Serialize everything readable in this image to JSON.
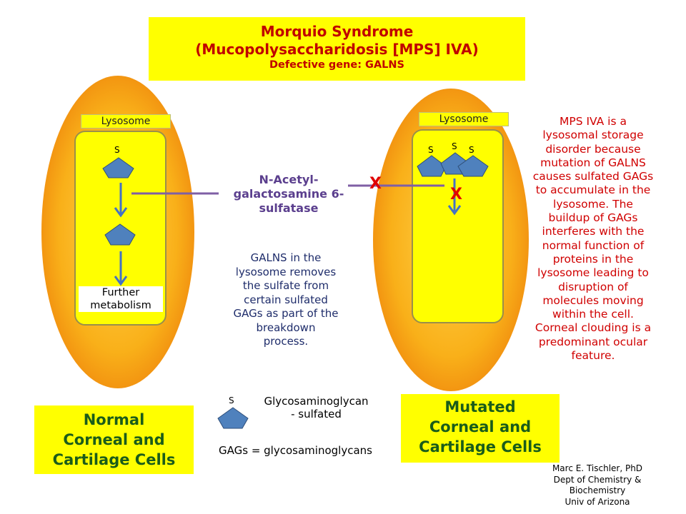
{
  "title": {
    "line1": "Morquio Syndrome",
    "line2": "(Mucopolysaccharidosis [MPS] IVA)",
    "line3": "Defective gene: GALNS"
  },
  "normal": {
    "lysosome_label": "Lysosome",
    "s_label": "S",
    "further_line1": "Further",
    "further_line2": "metabolism",
    "caption": [
      "Normal",
      "Corneal and",
      "Cartilage Cells"
    ]
  },
  "mutated": {
    "lysosome_label": "Lysosome",
    "s_labels": [
      "S",
      "S",
      "S"
    ],
    "x_marks": [
      "X",
      "X"
    ],
    "caption": [
      "Mutated",
      "Corneal and",
      "Cartilage Cells"
    ]
  },
  "enzyme": [
    "N-Acetyl-",
    "galactosamine 6-",
    "sulfatase"
  ],
  "galns_description": [
    "GALNS in the",
    "lysosome removes",
    "the sulfate from",
    "certain sulfated",
    "GAGs as part of the",
    "breakdown",
    "process."
  ],
  "mps_description": [
    "MPS IVA is a",
    "lysosomal storage",
    "disorder because",
    "mutation of GALNS",
    "causes sulfated GAGs",
    "to accumulate in the",
    "lysosome. The",
    "buildup of GAGs",
    "interferes with the",
    "normal function of",
    "proteins in the",
    "lysosome leading to",
    "disruption of",
    "molecules moving",
    "within the cell.",
    "Corneal clouding is a",
    "predominant ocular",
    "feature."
  ],
  "legend": {
    "s_label": "S",
    "line1": "Glycosaminoglycan",
    "line2": "- sulfated",
    "gags": "GAGs = glycosaminoglycans"
  },
  "credit": [
    "Marc E. Tischler, PhD",
    "Dept of Chemistry &",
    "Biochemistry",
    "Univ of Arizona"
  ],
  "colors": {
    "cell_orange": "#f5a623",
    "cell_gold": "#ffc000",
    "lysosome_yellow": "#ffff00",
    "pentagon_blue": "#4f81bd",
    "arrow_blue": "#4472c4",
    "enzyme_purple": "#7f5fa5",
    "title_red": "#c00000",
    "caption_green": "#1a5c1a"
  }
}
